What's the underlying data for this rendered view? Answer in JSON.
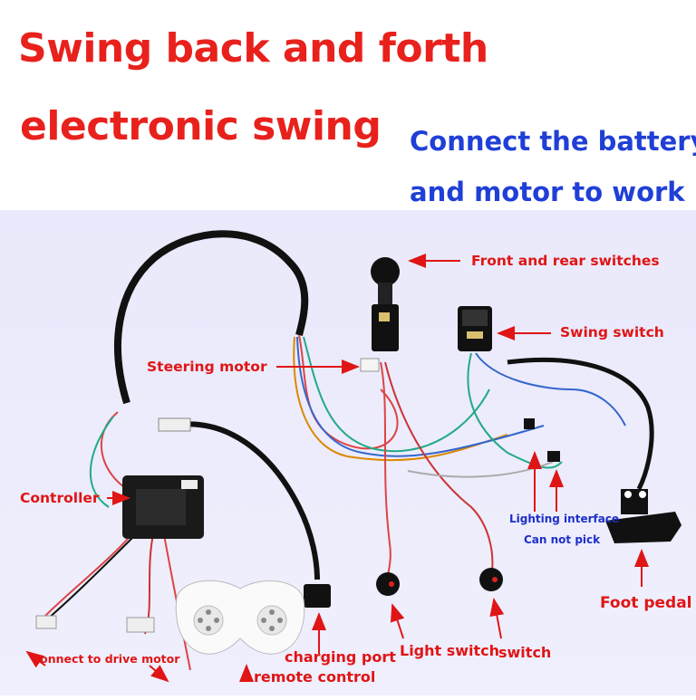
{
  "headline": {
    "line1": "Swing back and forth",
    "line2": "electronic swing"
  },
  "subheadline": {
    "line1": "Connect the battery",
    "line2": "and motor to work"
  },
  "labels": {
    "front_rear_switches": "Front and rear switches",
    "swing_switch": "Swing switch",
    "steering_motor": "Steering motor",
    "controller": "Controller",
    "lighting_interface": "Lighting interface",
    "can_not_pick": "Can not pick",
    "foot_pedal": "Foot pedal",
    "connect_drive_motor": "Connect to drive motor",
    "charging_port": "charging port",
    "remote_control": "remote control",
    "light_switch": "Light switch",
    "switch": "switch"
  },
  "colors": {
    "headline": "#e8211c",
    "subheadline": "#1f3fd6",
    "label": "#e01515",
    "label_blue": "#1c2fc8",
    "background": "#ebebfb"
  }
}
